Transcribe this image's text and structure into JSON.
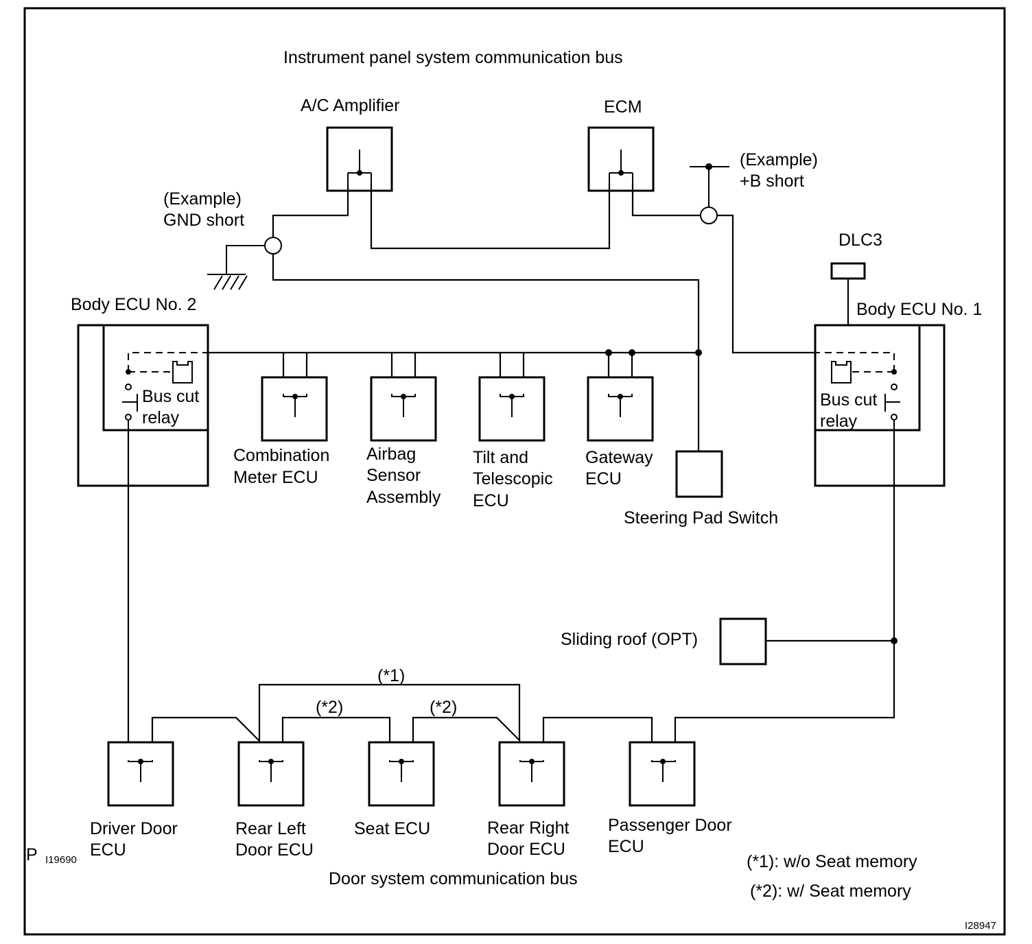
{
  "labels": {
    "instrument_bus": "Instrument panel system communication bus",
    "door_bus": "Door system communication bus",
    "ac_amplifier": "A/C Amplifier",
    "ecm": "ECM",
    "gnd_example_1": "(Example)",
    "gnd_example_2": "GND short",
    "b_example_1": "(Example)",
    "b_example_2": "+B short",
    "dlc3": "DLC3",
    "body_ecu_2": "Body ECU No. 2",
    "body_ecu_1": "Body ECU No. 1",
    "relay_left_1": "Bus cut",
    "relay_left_2": "relay",
    "relay_right_1": "Bus cut",
    "relay_right_2": "relay",
    "combination_1": "Combination",
    "combination_2": "Meter ECU",
    "airbag_1": "Airbag",
    "airbag_2": "Sensor",
    "airbag_3": "Assembly",
    "tilt_1": "Tilt and",
    "tilt_2": "Telescopic",
    "tilt_3": "ECU",
    "gateway_1": "Gateway",
    "gateway_2": "ECU",
    "steering_pad": "Steering Pad Switch",
    "sliding_roof": "Sliding roof (OPT)",
    "driver_door_1": "Driver Door",
    "driver_door_2": "ECU",
    "rear_left_1": "Rear Left",
    "rear_left_2": "Door ECU",
    "seat_ecu": "Seat ECU",
    "rear_right_1": "Rear Right",
    "rear_right_2": "Door ECU",
    "passenger_1": "Passenger Door",
    "passenger_2": "ECU",
    "mark_1": "(*1)",
    "mark_2a": "(*2)",
    "mark_2b": "(*2)",
    "note_1": "(*1): w/o Seat memory",
    "note_2": "(*2): w/ Seat memory",
    "code_p": "P",
    "code_left": "I19690",
    "code_right": "I28947"
  }
}
